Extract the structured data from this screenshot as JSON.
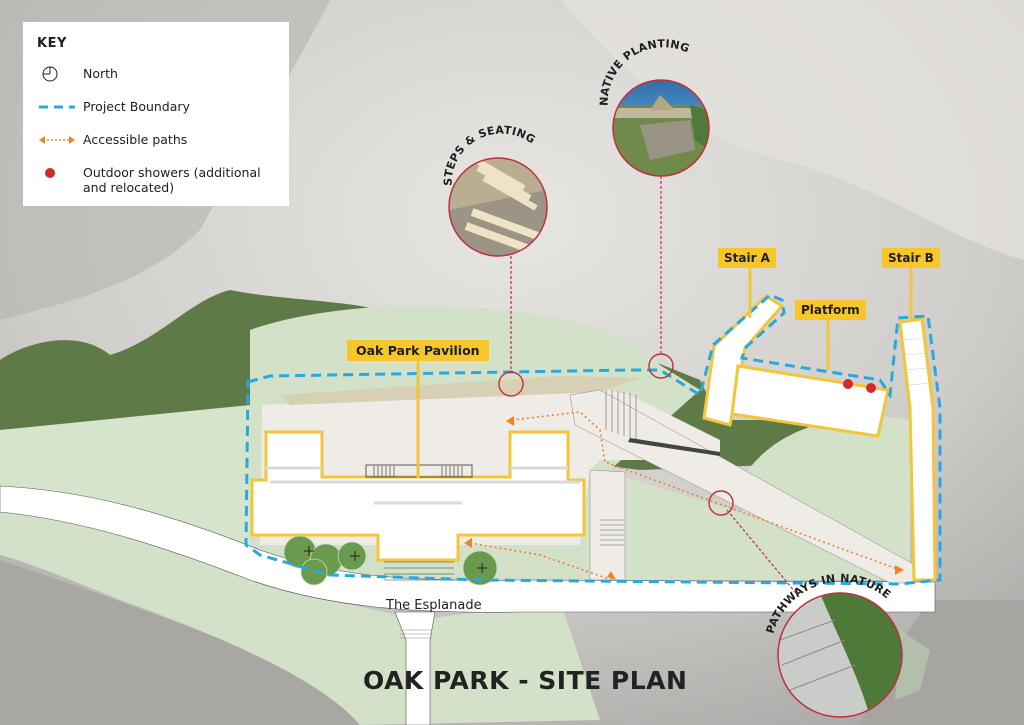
{
  "title": "OAK PARK - SITE PLAN",
  "legend": {
    "heading": "KEY",
    "items": [
      {
        "symbol": "north-arrow",
        "label": "North"
      },
      {
        "symbol": "dashed-blue-line",
        "label": "Project Boundary",
        "color": "#29a8e0"
      },
      {
        "symbol": "orange-dotted-arrow",
        "label": "Accessible paths",
        "color": "#f0822a"
      },
      {
        "symbol": "red-dot",
        "label": "Outdoor showers (additional and relocated)",
        "color": "#d32a2a"
      }
    ]
  },
  "callouts": {
    "pavilion": "Oak Park Pavilion",
    "stair_a": "Stair A",
    "platform": "Platform",
    "stair_b": "Stair B"
  },
  "photo_callouts": [
    {
      "label": "STEPS & SEATING"
    },
    {
      "label": "NATIVE PLANTING"
    },
    {
      "label": "PATHWAYS IN NATURE"
    }
  ],
  "street_label": "The Esplanade",
  "colors": {
    "boundary": "#29a8e0",
    "callout": "#f7c62a",
    "path": "#f0822a",
    "shower": "#d32a2a",
    "marker": "#c0313a",
    "grass": "#cfe0c4",
    "bush": "#5d7a47"
  }
}
